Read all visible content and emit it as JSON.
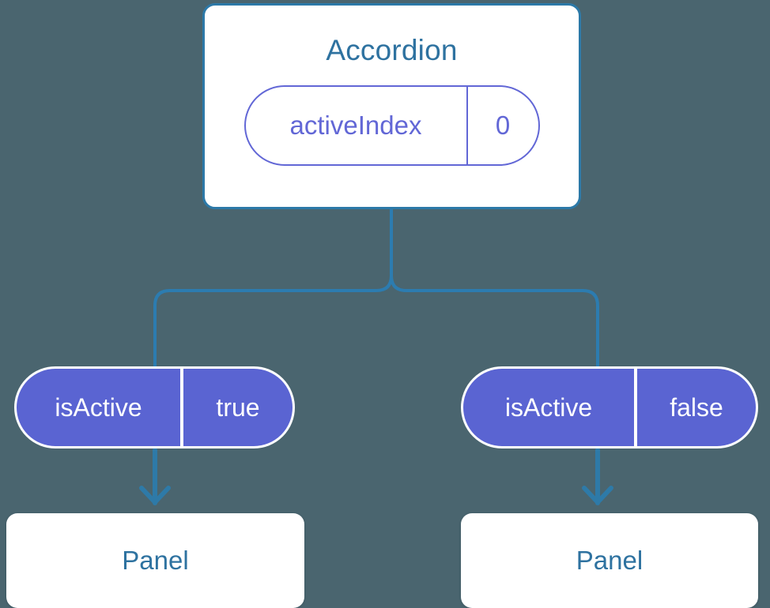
{
  "diagram": {
    "title_text": "Accordion",
    "background_color": "#4a656f",
    "accent_blue": "#2c79a8",
    "title_blue": "#2e72a0",
    "pill_purple": "#6267d6",
    "pill_fill": "#5a64d2",
    "card_fill": "#ffffff"
  },
  "root_node": {
    "label": "Accordion",
    "prop": {
      "key": "activeIndex",
      "value": "0"
    }
  },
  "branches": [
    {
      "id": "left",
      "prop": {
        "key": "isActive",
        "value": "true"
      },
      "leaf": {
        "label": "Panel"
      }
    },
    {
      "id": "right",
      "prop": {
        "key": "isActive",
        "value": "false"
      },
      "leaf": {
        "label": "Panel"
      }
    }
  ],
  "connectors": {
    "tree_color": "#2c7cb0",
    "arrow_color": "#2e7aa8",
    "stroke_width": 4
  }
}
